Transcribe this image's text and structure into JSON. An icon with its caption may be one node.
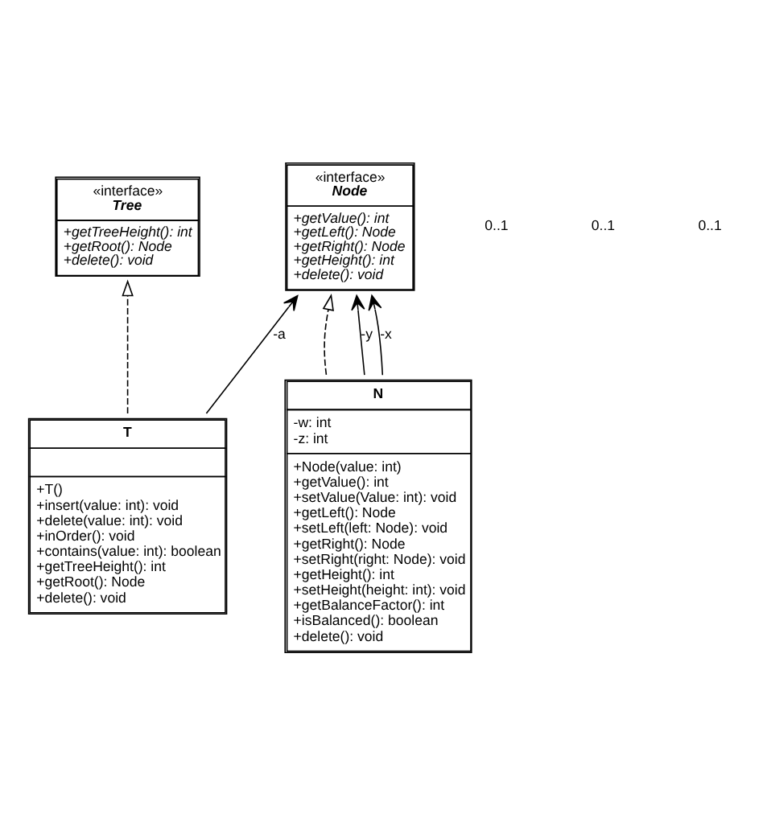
{
  "diagram": {
    "nodes": [
      {
        "text": [
          "«interface»",
          "Tree",
          "+getTreeHeight(): int",
          "+getRoot(): Node",
          "+delete(): void"
        ]
      },
      {
        "text": [
          "«interface»",
          "Node",
          "+getValue(): int",
          "+getLeft(): Node",
          "+getRight(): Node",
          "+getHeight(): int",
          "+delete(): void"
        ]
      },
      {
        "text": [
          "T",
          "+T()",
          "+insert(value: int): void",
          "+delete(value: int): void",
          "+inOrder(): void",
          "+contains(value: int): boolean",
          "+getTreeHeight(): int",
          "+getRoot(): Node",
          "+delete(): void"
        ]
      },
      {
        "text": [
          "N",
          "-w: int",
          "-z: int",
          "+Node(value: int)",
          "+getValue(): int",
          "+setValue(Value: int): void",
          "+getLeft(): Node",
          "+setLeft(left: Node): void",
          "+getRight(): Node",
          "+setRight(right: Node): void",
          "+getHeight(): int",
          "+setHeight(height: int): void",
          "+getBalanceFactor(): int",
          "+isBalanced(): boolean",
          "+delete(): void"
        ]
      }
    ],
    "edges": [
      {
        "from": 2,
        "to": 0,
        "arrow": "to",
        "style": "dashed"
      },
      {
        "from": 3,
        "to": 1,
        "arrow": "to",
        "style": "dashed"
      },
      {
        "from": 2,
        "to": 1,
        "arrow": "to",
        "label": "-a"
      },
      {
        "from": 3,
        "to": 1,
        "arrow": "to",
        "label": "-y"
      },
      {
        "from": 3,
        "to": 1,
        "arrow": "to",
        "label": "-x"
      }
    ],
    "labels": [
      "0..1",
      "0..1",
      "0..1"
    ]
  }
}
